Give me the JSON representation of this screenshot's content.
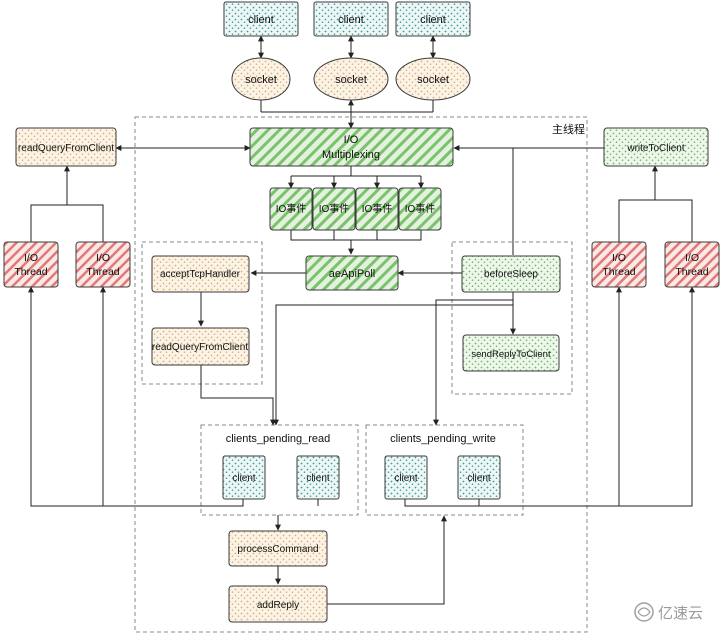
{
  "title": "主线程",
  "io_multiplexing": {
    "line1": "I/O",
    "line2": "Multiplexing"
  },
  "io_event_label": "IO事件",
  "ae_api_poll": "aeApiPoll",
  "accept_tcp_handler": "acceptTcpHandler",
  "read_query_from_client": "readQueryFromClient",
  "before_sleep": "beforeSleep",
  "send_reply_to_client": "sendReplyToClient",
  "clients_pending_read": "clients_pending_read",
  "clients_pending_write": "clients_pending_write",
  "client_label": "client",
  "socket_label": "socket",
  "io_thread": {
    "line1": "I/O",
    "line2": "Thread"
  },
  "write_to_client": "writeToClient",
  "process_command": "processCommand",
  "add_reply": "addReply",
  "watermark": "亿速云",
  "colors": {
    "teal": "#3f9e9a",
    "orange": "#d9b27a",
    "green": "#5aa85a",
    "red": "#d9534f",
    "dashed": "#8a8a8a"
  }
}
